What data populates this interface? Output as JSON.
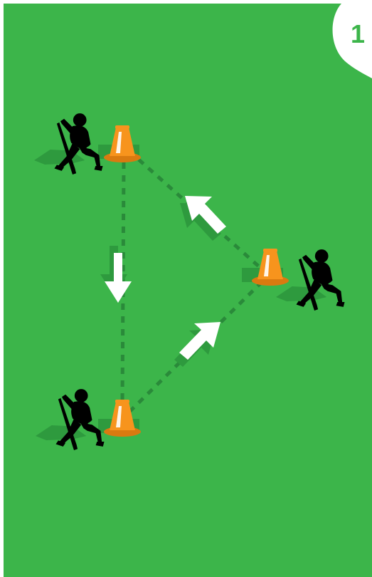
{
  "step": {
    "number": "1"
  },
  "colors": {
    "field": "#3cb54a",
    "border": "#ffffff",
    "badge_bg": "#ffffff",
    "badge_text": "#3cb54a",
    "path": "#2a8a3a",
    "shadow": "#2e9a3e",
    "cone": "#f7941d",
    "cone_stripe": "#ffffff",
    "arrow": "#ffffff",
    "player": "#000000"
  },
  "drill": {
    "players": [
      "player-top-left",
      "player-right",
      "player-bottom-left"
    ],
    "cones": [
      "cone-top",
      "cone-right",
      "cone-bottom"
    ],
    "arrows": [
      {
        "name": "arrow-down",
        "direction": "down"
      },
      {
        "name": "arrow-up-left",
        "direction": "up-left"
      },
      {
        "name": "arrow-up-right",
        "direction": "up-right"
      }
    ]
  }
}
